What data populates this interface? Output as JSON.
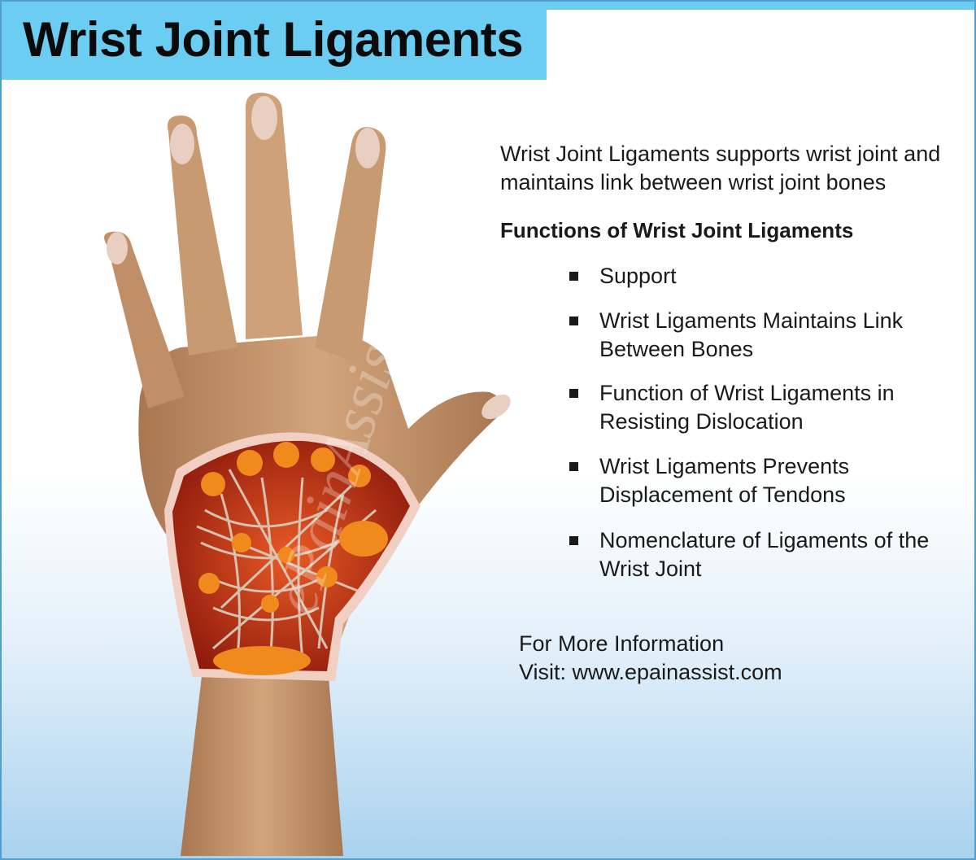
{
  "title": "Wrist Joint Ligaments",
  "intro": "Wrist Joint Ligaments supports wrist joint and maintains link between wrist joint bones",
  "functions_heading": "Functions of Wrist Joint Ligaments",
  "functions": [
    "Support",
    "Wrist Ligaments Maintains Link Between Bones",
    "Function of Wrist Ligaments in Resisting Dislocation",
    "Wrist Ligaments Prevents Displacement of Tendons",
    "Nomenclature of Ligaments of the Wrist Joint"
  ],
  "more_info": {
    "line1": "For More Information",
    "line2": "Visit: www.epainassist.com"
  },
  "watermark": "ePainAssist.com",
  "colors": {
    "title_bar": "#6ccdf2",
    "frame_border": "#4f9fcf",
    "skin": "#c99a72",
    "ligament_bg": "#c9301a",
    "bone_knob": "#f08a1c"
  }
}
